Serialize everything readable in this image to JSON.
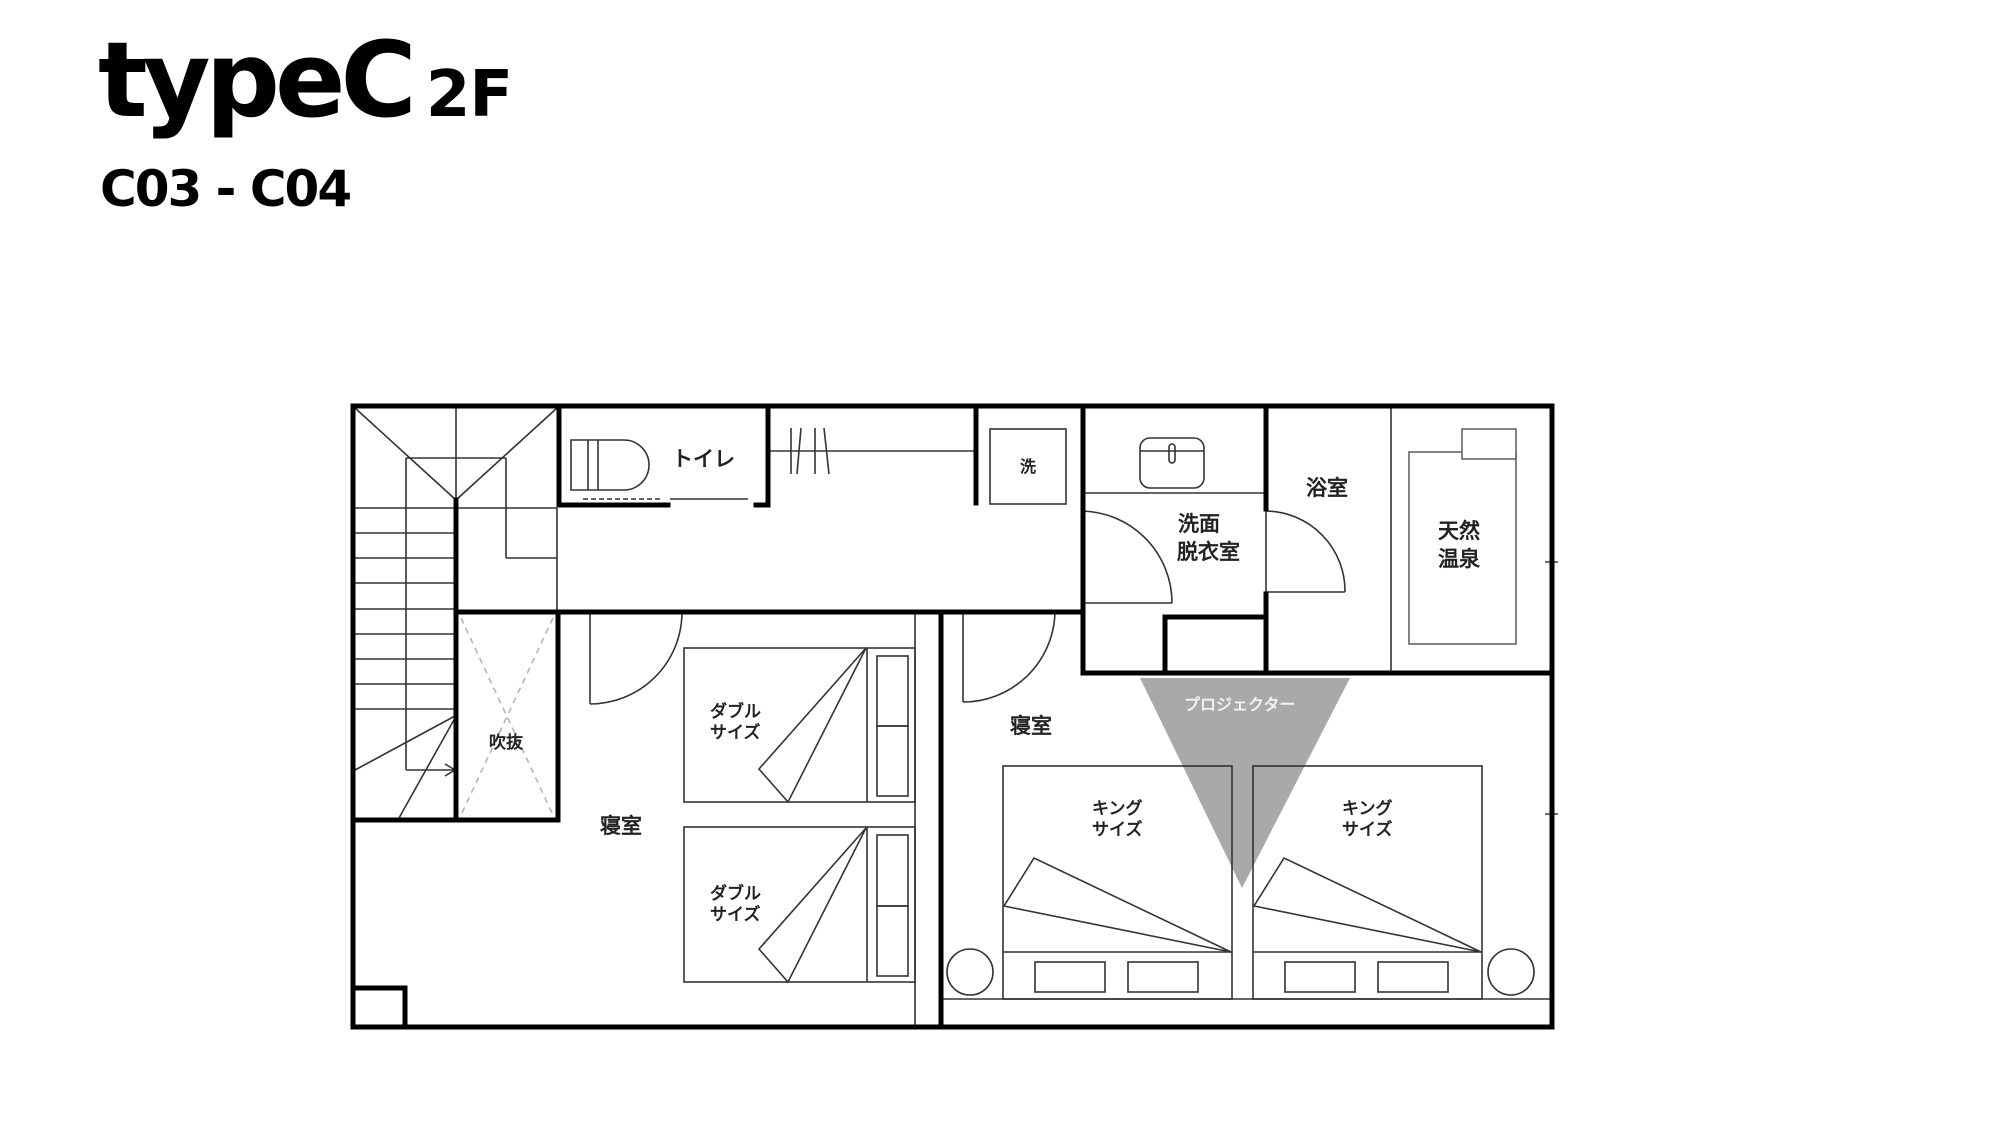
{
  "header": {
    "title": "typeC",
    "floor": "2F",
    "units": "C03 - C04"
  },
  "colors": {
    "wall": "#000000",
    "fixture_line": "#555555",
    "projector_cone": "#a9a9a9",
    "projector_text": "#f2f2f2",
    "void_dash": "#b5b5b5"
  },
  "rooms": {
    "toilet": "トイレ",
    "washer": "洗",
    "washroom_line1": "洗面",
    "washroom_line2": "脱衣室",
    "bathroom": "浴室",
    "hot_spring_line1": "天然",
    "hot_spring_line2": "温泉",
    "void": "吹抜",
    "bedroom_left": "寝室",
    "bedroom_right": "寝室"
  },
  "beds": {
    "double_1_line1": "ダブル",
    "double_1_line2": "サイズ",
    "double_2_line1": "ダブル",
    "double_2_line2": "サイズ",
    "king_1_line1": "キング",
    "king_1_line2": "サイズ",
    "king_2_line1": "キング",
    "king_2_line2": "サイズ"
  },
  "projector": {
    "label": "プロジェクター"
  }
}
